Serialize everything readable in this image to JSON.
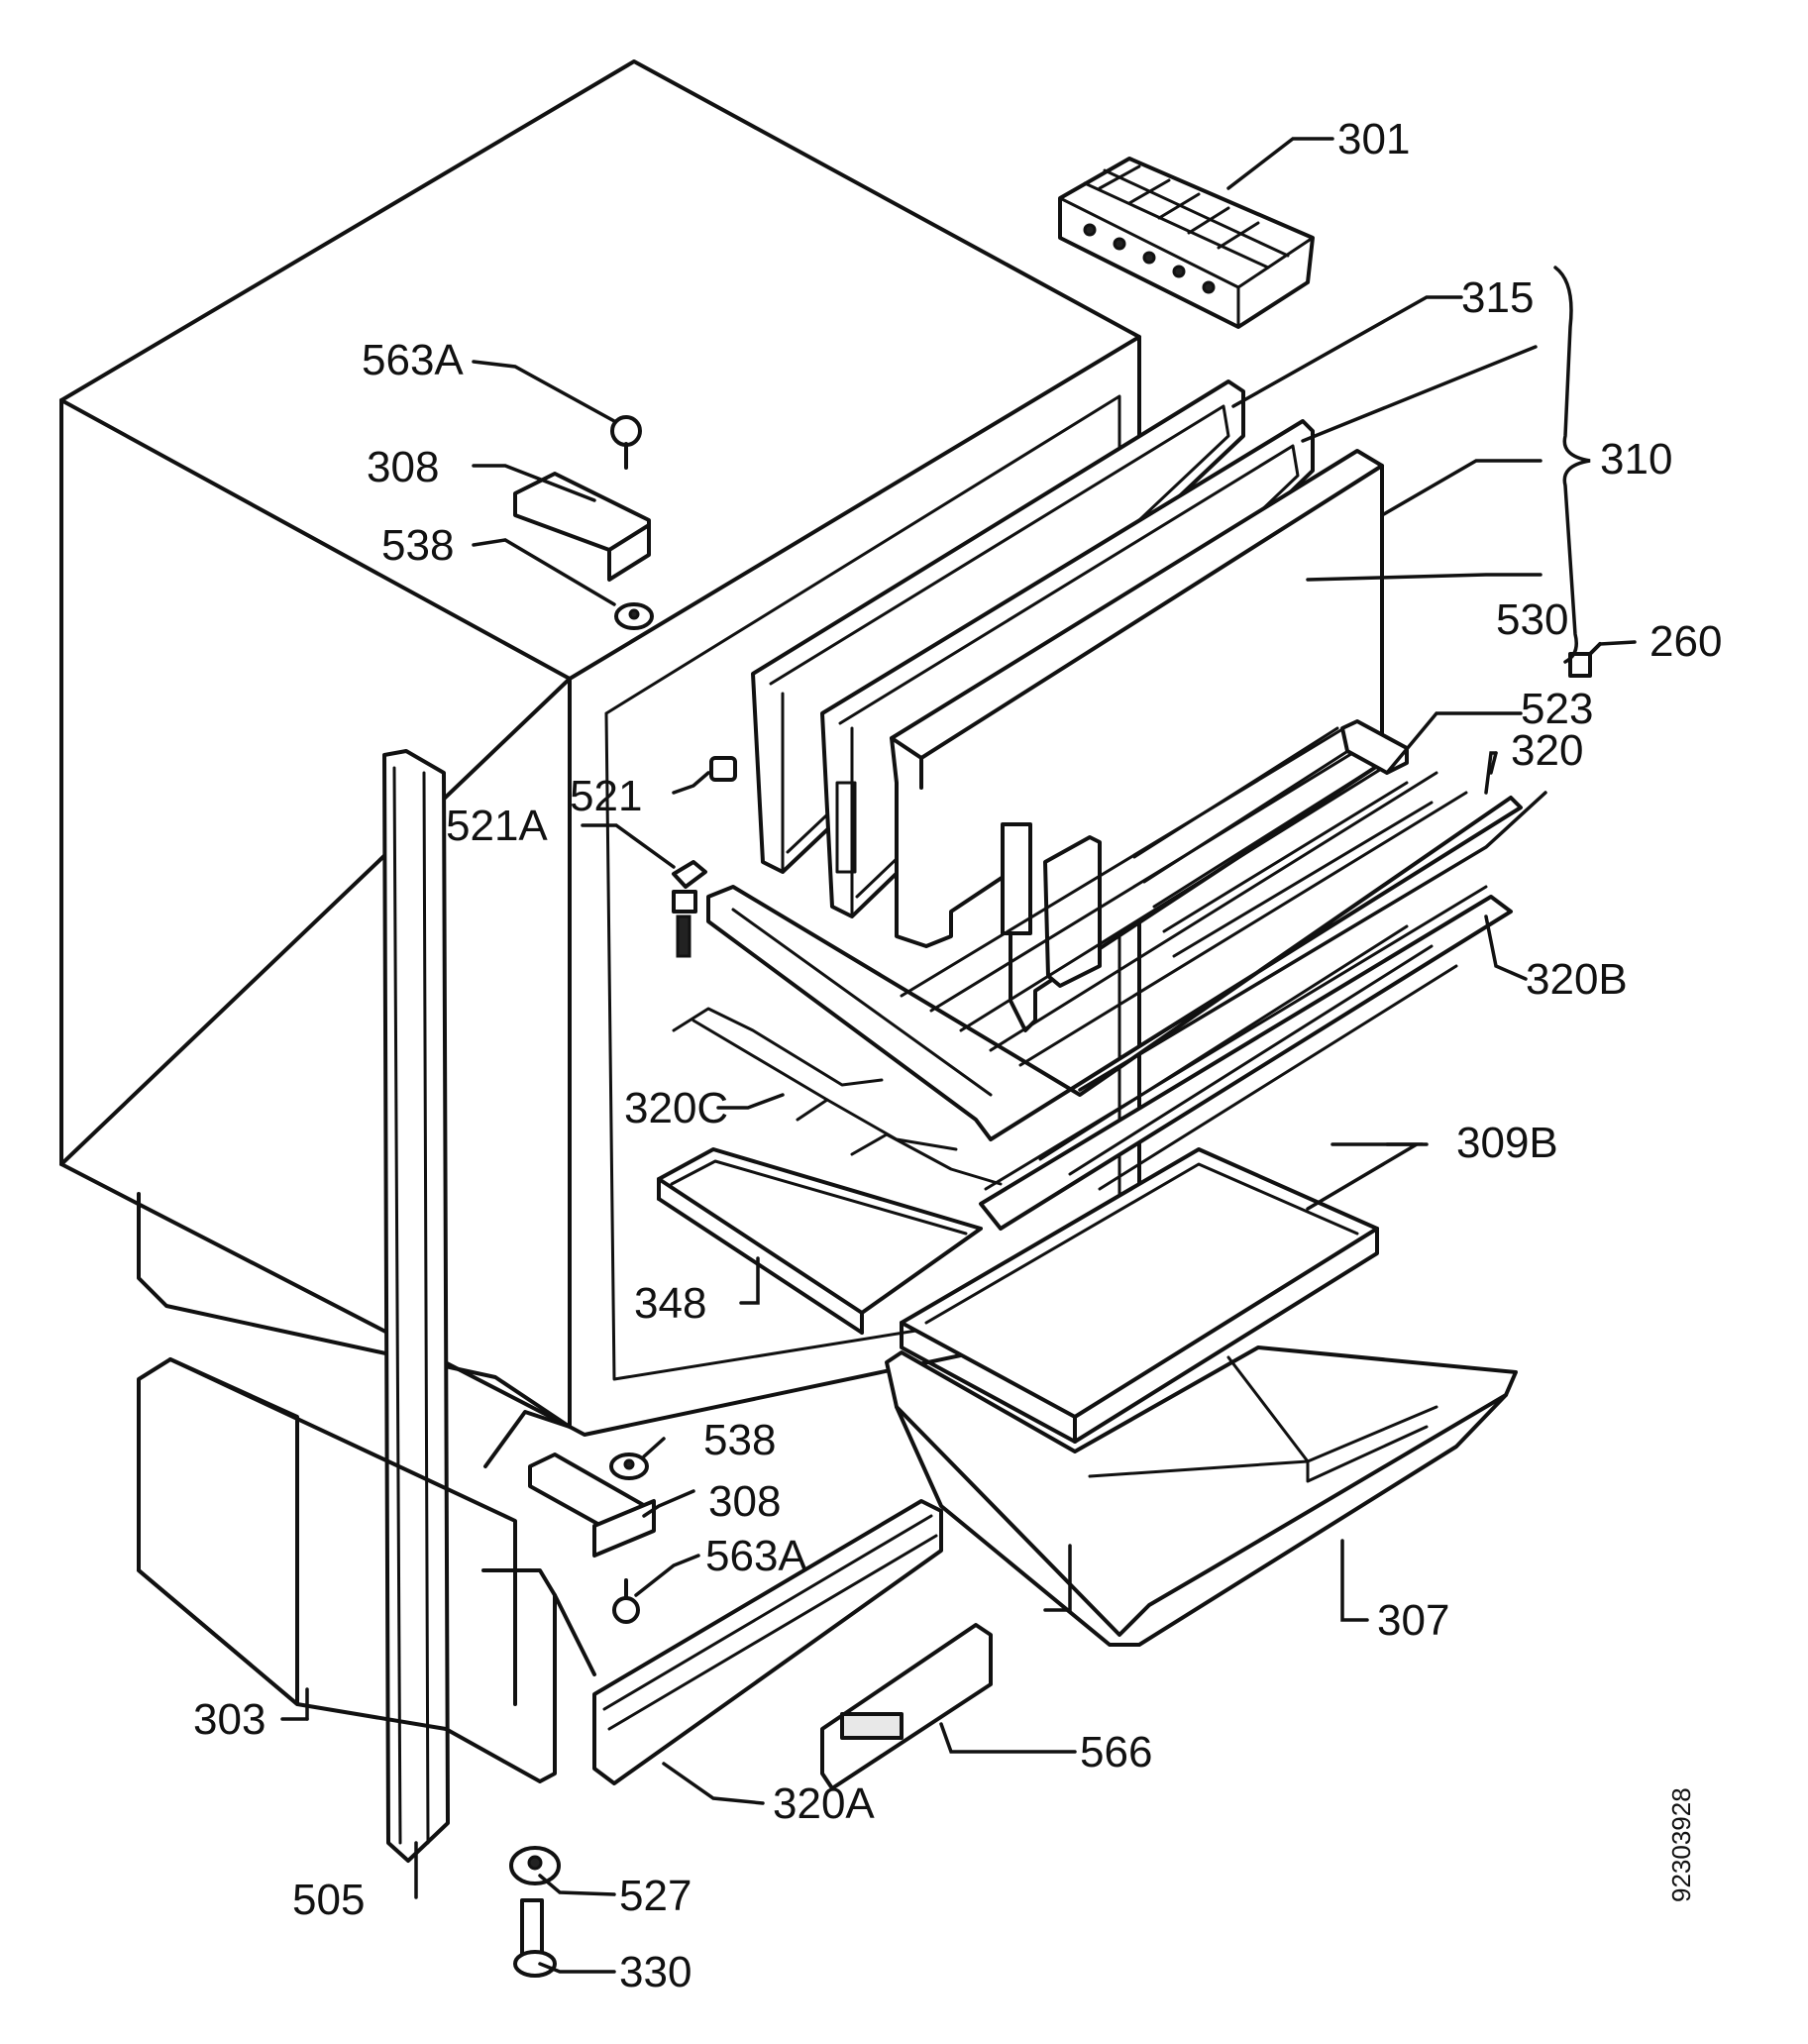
{
  "labels": {
    "l301": "301",
    "l315": "315",
    "l310": "310",
    "l563a_top": "563A",
    "l308_top": "308",
    "l538_top": "538",
    "l530": "530",
    "l260": "260",
    "l523": "523",
    "l320": "320",
    "l521": "521",
    "l521a": "521A",
    "l320b": "320B",
    "l320c": "320C",
    "l309b": "309B",
    "l348": "348",
    "l538_bot": "538",
    "l308_bot": "308",
    "l563a_bot": "563A",
    "l307": "307",
    "l303": "303",
    "l566": "566",
    "l320a": "320A",
    "l505": "505",
    "l527": "527",
    "l330": "330"
  },
  "drawing_code": "92303928"
}
